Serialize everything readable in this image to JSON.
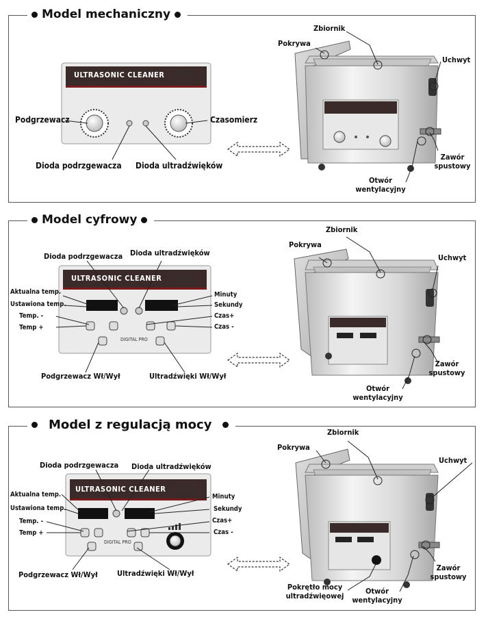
{
  "sections": [
    {
      "title": "Model mechaniczny",
      "panel_brand": "ULTRASONIC CLEANER",
      "labels": {
        "heater": "Podgrzewacz",
        "timer": "Czasomierz",
        "heater_led": "Dioda podrzgewacza",
        "ultrasonic_led": "Dioda ultradźwięków",
        "lid": "Pokrywa",
        "tank": "Zbiornik",
        "handle": "Uchwyt",
        "drain_line1": "Zawór",
        "drain_line2": "spustowy",
        "vent_line1": "Otwór",
        "vent_line2": "wentylacyjny"
      }
    },
    {
      "title": "Model cyfrowy",
      "panel_brand": "ULTRASONIC CLEANER",
      "panel_footer": "DIGITAL PRO",
      "labels": {
        "heater_led": "Dioda podrzgewacza",
        "ultrasonic_led": "Dioda ultradźwięków",
        "current_temp": "Aktualna temp.",
        "set_temp": "Ustawiona temp.",
        "temp_minus": "Temp. -",
        "temp_plus": "Temp +",
        "minutes": "Minuty",
        "seconds": "Sekundy",
        "time_plus": "Czas+",
        "time_minus": "Czas -",
        "heater_onoff": "Podgrzewacz Wł/Wył",
        "ultrasonic_onoff": "Ultradźwięki Wł/Wył",
        "lid": "Pokrywa",
        "tank": "Zbiornik",
        "handle": "Uchwyt",
        "drain_line1": "Zawór",
        "drain_line2": "spustowy",
        "vent_line1": "Otwór",
        "vent_line2": "wentylacyjny"
      }
    },
    {
      "title": "Model z regulacją mocy",
      "panel_brand": "ULTRASONIC CLEANER",
      "panel_footer": "DIGITAL PRO",
      "labels": {
        "heater_led": "Dioda podrzgewacza",
        "ultrasonic_led": "Dioda ultradźwięków",
        "current_temp": "Aktualna temp.",
        "set_temp": "Ustawiona temp.",
        "temp_minus": "Temp. -",
        "temp_plus": "Temp +",
        "minutes": "Minuty",
        "seconds": "Sekundy",
        "time_plus": "Czas+",
        "time_minus": "Czas -",
        "heater_onoff": "Podgrzewacz Wł/Wył",
        "ultrasonic_onoff": "Ultradźwięki Wł/Wył",
        "power_knob_line1": "Pokrętło mocy",
        "power_knob_line2": "ultradźwięowej",
        "lid": "Pokrywa",
        "tank": "Zbiornik",
        "handle": "Uchwyt",
        "drain_line1": "Zawór",
        "drain_line2": "spustowy",
        "vent_line1": "Otwór",
        "vent_line2": "wentylacyjny"
      }
    }
  ],
  "colors": {
    "panel_header": "#3a2a2a",
    "panel_body": "#e9e9e9",
    "steel_light": "#eeeeee",
    "steel_dark": "#9a9a9a",
    "outline": "#555555"
  },
  "icons": [
    "double-arrow-icon",
    "caution-icon"
  ]
}
